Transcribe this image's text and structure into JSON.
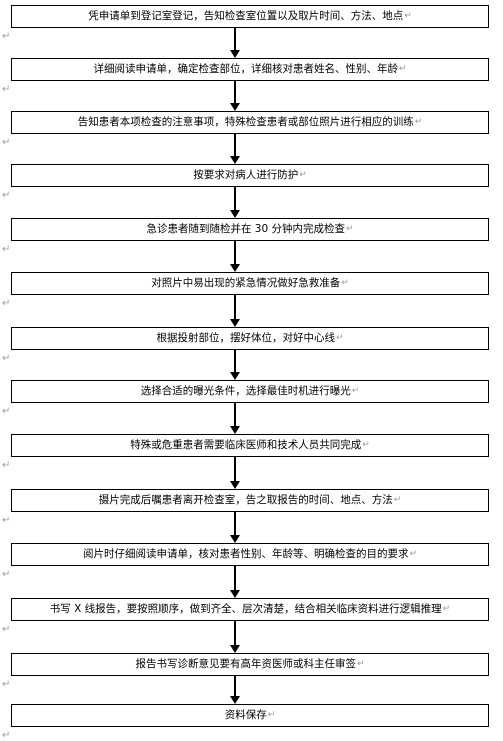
{
  "steps": [
    {
      "text": "凭申请单到登记室登记，告知检查室位置以及取片时间、方法、地点"
    },
    {
      "text": "详细阅读申请单，确定检查部位，详细核对患者姓名、性别、年龄"
    },
    {
      "text": "告知患者本项检查的注意事项，特殊检查患者或部位照片进行相应的训练"
    },
    {
      "text": "按要求对病人进行防护"
    },
    {
      "text": "急诊患者随到随检并在 30 分钟内完成检查"
    },
    {
      "text": "对照片中易出现的紧急情况做好急救准备"
    },
    {
      "text": "根据投射部位，摆好体位，对好中心线"
    },
    {
      "text": "选择合适的曝光条件，选择最佳时机进行曝光"
    },
    {
      "text": "特殊或危重患者需要临床医师和技术人员共同完成"
    },
    {
      "text": "摄片完成后嘱患者离开检查室，告之取报告的时间、地点、方法"
    },
    {
      "text": "阅片时仔细阅读申请单，核对患者性别、年龄等、明确检查的目的要求"
    },
    {
      "text": "书写 X 线报告，要按照顺序，做到齐全、层次清楚，结合相关临床资料进行逻辑推理"
    },
    {
      "text": "报告书写诊断意见要有高年资医师或科主任审签"
    },
    {
      "text": "资料保存"
    }
  ],
  "marks": {
    "paragraph": "↵",
    "return": "↵"
  }
}
